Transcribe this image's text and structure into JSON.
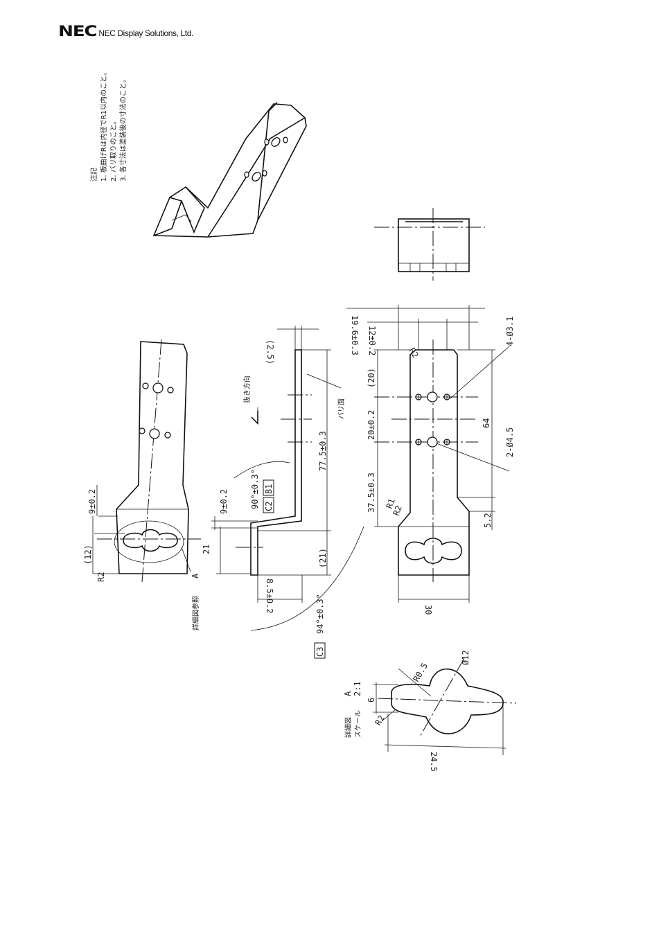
{
  "header": {
    "logo_mark": "NEC",
    "company": "NEC Display Solutions, Ltd."
  },
  "notes": {
    "title": "注記",
    "items": [
      "1. 板曲げRは内径でR1以内のこと。",
      "2. バリ取りのこと。",
      "3. 各寸法は塗装後の寸法のこと。"
    ]
  },
  "front_view": {
    "dims": {
      "d1": "9±0.2",
      "d2": "(12)",
      "d3": "R2",
      "detail_ref": "詳細図参照",
      "detail_letter": "A"
    }
  },
  "side_view": {
    "dims": {
      "d1": "(2.5)",
      "d2": "抜き方向",
      "d3": "バリ面",
      "d4": "77.5±0.3",
      "d5": "90°±0.3°",
      "d6": "C2",
      "d7": "B1",
      "d8": "9±0.2",
      "d9": "21",
      "d10": "(21)",
      "d11": "8.5±0.2",
      "d12": "94°±0.3°",
      "d13": "C3"
    }
  },
  "plan_view": {
    "dims": {
      "d1": "19.6±0.3",
      "d2": "12±0.2",
      "d3": "R2",
      "d4": "(20)",
      "d5": "20±0.2",
      "d6": "37.5±0.3",
      "d7": "R1",
      "d8": "R2",
      "d9": "64",
      "d10": "4-Ø3.1",
      "d11": "2-Ø4.5",
      "d12": "5.2",
      "d13": "30"
    }
  },
  "detail": {
    "title": "詳細図",
    "letter": "A",
    "scale_label": "スケール",
    "scale": "2:1",
    "dims": {
      "d1": "R0.5",
      "d2": "Ø12",
      "d3": "6",
      "d4": "R2",
      "d5": "24.5"
    }
  }
}
